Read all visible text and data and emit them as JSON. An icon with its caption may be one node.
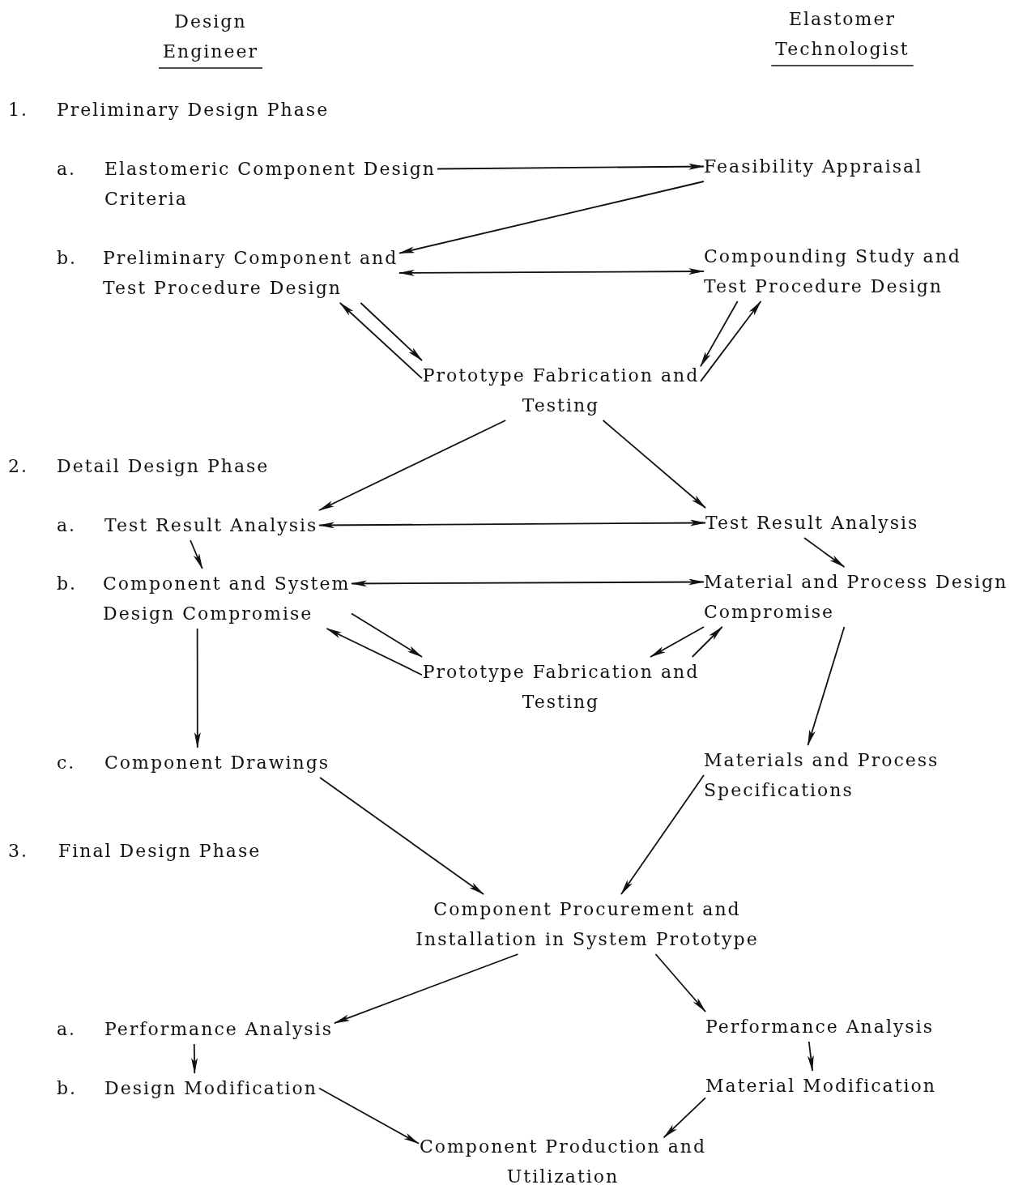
{
  "diagram": {
    "nodes": [
      {
        "text": [
          "Elastomeric Component Design Criteria"
        ]
      },
      {
        "text": [
          "Feasibility Appraisal"
        ]
      },
      {
        "text": [
          "Preliminary Component and Test Procedure Design"
        ]
      },
      {
        "text": [
          "Compounding Study and Test Procedure Design"
        ]
      },
      {
        "text": [
          "Prototype Fabrication and Testing"
        ]
      },
      {
        "text": [
          "Test Result Analysis"
        ]
      },
      {
        "text": [
          "Test Result Analysis"
        ]
      },
      {
        "text": [
          "Component and System Design Compromise"
        ]
      },
      {
        "text": [
          "Material and Process Design Compromise"
        ]
      },
      {
        "text": [
          "Prototype Fabrication and Testing"
        ]
      },
      {
        "text": [
          "Component Drawings"
        ]
      },
      {
        "text": [
          "Materials and Process Specifications"
        ]
      },
      {
        "text": [
          "Component Procurement and Installation in System Prototype"
        ]
      },
      {
        "text": [
          "Performance Analysis"
        ]
      },
      {
        "text": [
          "Performance Analysis"
        ]
      },
      {
        "text": [
          "Design Modification"
        ]
      },
      {
        "text": [
          "Material Modification"
        ]
      },
      {
        "text": [
          "Component Production and Utilization"
        ]
      }
    ],
    "edges": [
      {
        "from": 0,
        "to": 1,
        "arrow": "to"
      },
      {
        "from": 1,
        "to": 2,
        "arrow": "to"
      },
      {
        "from": 2,
        "to": 3,
        "arrow": "both"
      },
      {
        "from": 2,
        "to": 4,
        "arrow": "to"
      },
      {
        "from": 4,
        "to": 2,
        "arrow": "to"
      },
      {
        "from": 3,
        "to": 4,
        "arrow": "to"
      },
      {
        "from": 4,
        "to": 3,
        "arrow": "to"
      },
      {
        "from": 4,
        "to": 5,
        "arrow": "to"
      },
      {
        "from": 4,
        "to": 6,
        "arrow": "to"
      },
      {
        "from": 5,
        "to": 6,
        "arrow": "both"
      },
      {
        "from": 5,
        "to": 7,
        "arrow": "to"
      },
      {
        "from": 6,
        "to": 8,
        "arrow": "to"
      },
      {
        "from": 7,
        "to": 8,
        "arrow": "both"
      },
      {
        "from": 7,
        "to": 9,
        "arrow": "to"
      },
      {
        "from": 9,
        "to": 7,
        "arrow": "to"
      },
      {
        "from": 8,
        "to": 9,
        "arrow": "to"
      },
      {
        "from": 9,
        "to": 8,
        "arrow": "to"
      },
      {
        "from": 7,
        "to": 10,
        "arrow": "to"
      },
      {
        "from": 8,
        "to": 11,
        "arrow": "to"
      },
      {
        "from": 10,
        "to": 12,
        "arrow": "to"
      },
      {
        "from": 11,
        "to": 12,
        "arrow": "to"
      },
      {
        "from": 12,
        "to": 13,
        "arrow": "to"
      },
      {
        "from": 12,
        "to": 14,
        "arrow": "to"
      },
      {
        "from": 13,
        "to": 15,
        "arrow": "to"
      },
      {
        "from": 14,
        "to": 16,
        "arrow": "to"
      },
      {
        "from": 15,
        "to": 17,
        "arrow": "to"
      },
      {
        "from": 16,
        "to": 17,
        "arrow": "to"
      }
    ],
    "labels": [
      "Design Engineer",
      "Elastomer Technologist",
      "1.",
      "Preliminary Design Phase",
      "a.",
      "b.",
      "2.",
      "Detail Design Phase",
      "a.",
      "b.",
      "c.",
      "3.",
      "Final Design Phase",
      "a.",
      "b."
    ]
  }
}
